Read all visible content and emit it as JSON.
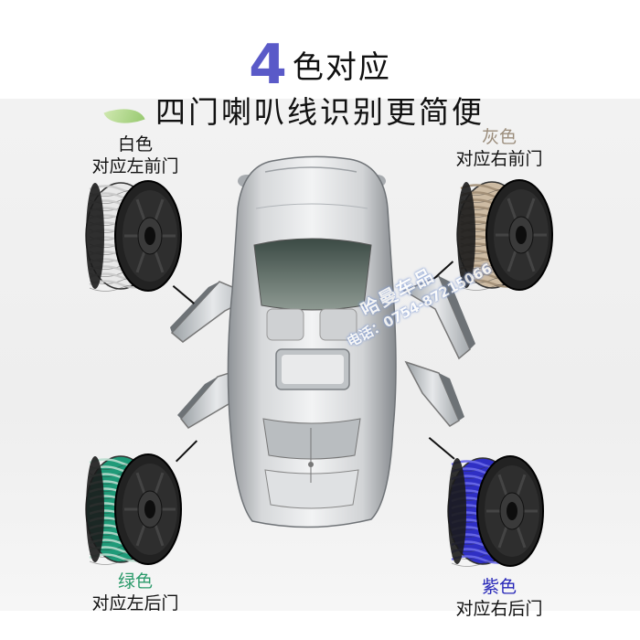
{
  "title": {
    "number": "4",
    "line1_suffix": "色对应",
    "line2": "四门喇叭线识别更简便"
  },
  "spools": {
    "front_left": {
      "color_name": "白色",
      "door": "对应左前门",
      "color": "#e8e8e8",
      "stripe": "#c9c9c9"
    },
    "front_right": {
      "color_name": "灰色",
      "door": "对应右前门",
      "color": "#cdbba3",
      "stripe": "#a08d74"
    },
    "rear_left": {
      "color_name": "绿色",
      "door": "对应左后门",
      "color": "#1f9a78",
      "stripe": "#b8dccd"
    },
    "rear_right": {
      "color_name": "紫色",
      "door": "对应右后门",
      "color": "#2f2fc4",
      "stripe": "#6b6bea"
    }
  },
  "watermark": {
    "brand": "哈曼车品",
    "phone": "电话：0754-87215066"
  }
}
